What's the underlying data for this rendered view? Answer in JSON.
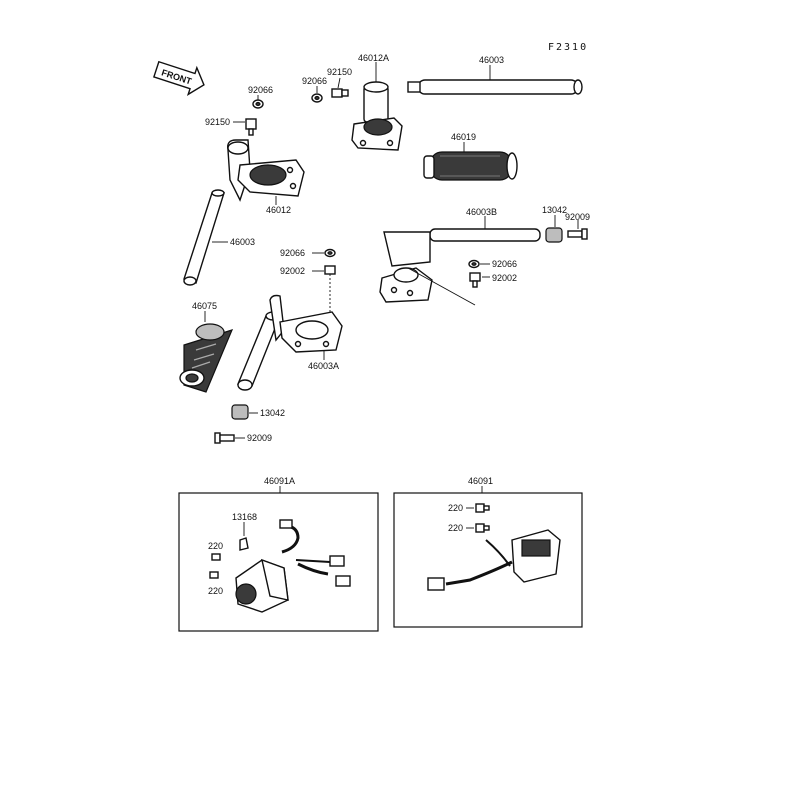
{
  "diagram": {
    "ref_code": "F2310",
    "front_label": "FRONT",
    "parts": {
      "p46003_top": "46003",
      "p46012A": "46012A",
      "p92150_top": "92150",
      "p92066_top_a": "92066",
      "p92066_left": "92066",
      "p92150_left": "92150",
      "p46012": "46012",
      "p46019": "46019",
      "p46003_left": "46003",
      "p46003B": "46003B",
      "p13042_right": "13042",
      "p92009_right": "92009",
      "p92066_mid": "92066",
      "p92002_mid": "92002",
      "p92066_right": "92066",
      "p92002_right": "92002",
      "p46075": "46075",
      "p46003A": "46003A",
      "p13042_bottom": "13042",
      "p92009_bottom": "92009",
      "p46091A": "46091A",
      "p13168": "13168",
      "p220_a": "220",
      "p220_b": "220",
      "p46091": "46091",
      "p220_c": "220",
      "p220_d": "220"
    }
  }
}
